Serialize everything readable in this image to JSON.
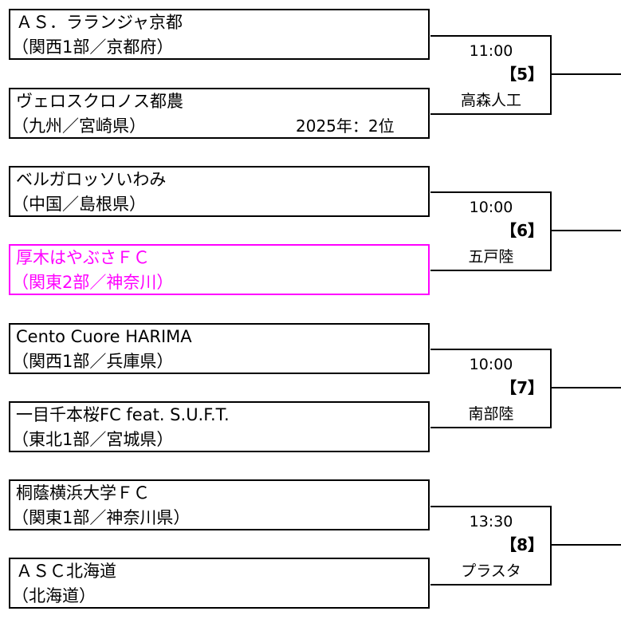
{
  "teams": [
    {
      "name": "ＡＳ．ラランジャ京都",
      "region": "（関西1部／京都府）",
      "note": ""
    },
    {
      "name": "ヴェロスクロノス都農",
      "region": "（九州／宮崎県）",
      "note": "2025年：2位"
    },
    {
      "name": "ベルガロッソいわみ",
      "region": "（中国／島根県）",
      "note": ""
    },
    {
      "name": "厚木はやぶさＦＣ",
      "region": "（関東2部／神奈川）",
      "note": "",
      "highlight_color": "#ff00ff"
    },
    {
      "name": "Cento Cuore HARIMA",
      "region": "（関西1部／兵庫県）",
      "note": ""
    },
    {
      "name": "一目千本桜FC feat. S.U.F.T.",
      "region": "（東北1部／宮城県）",
      "note": ""
    },
    {
      "name": "桐蔭横浜大学ＦＣ",
      "region": "（関東1部／神奈川県）",
      "note": ""
    },
    {
      "name": "ＡＳＣ北海道",
      "region": "（北海道）",
      "note": ""
    }
  ],
  "matches": [
    {
      "time": "11:00",
      "number": "【5】",
      "venue": "高森人工"
    },
    {
      "time": "10:00",
      "number": "【6】",
      "venue": "五戸陸"
    },
    {
      "time": "10:00",
      "number": "【7】",
      "venue": "南部陸"
    },
    {
      "time": "13:30",
      "number": "【8】",
      "venue": "プラスタ"
    }
  ]
}
